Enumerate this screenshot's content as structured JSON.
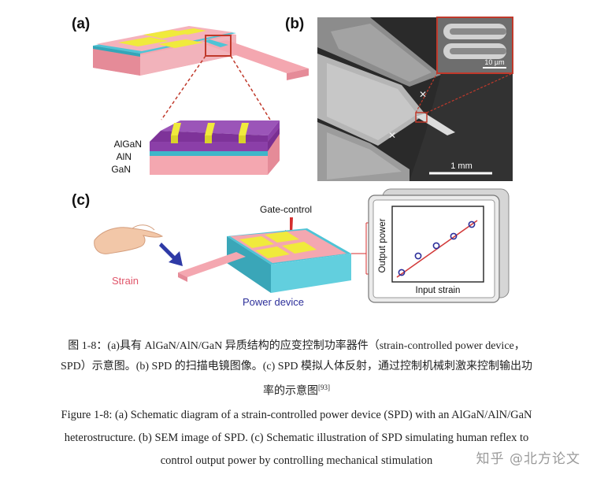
{
  "figure": {
    "panel_a": {
      "label": "(a)",
      "layers": [
        "AlGaN",
        "AlN",
        "GaN"
      ]
    },
    "panel_b": {
      "label": "(b)",
      "scale_inset": "10 µm",
      "scale_main": "1 mm"
    },
    "panel_c": {
      "label": "(c)",
      "gate_label": "Gate-control",
      "strain_label": "Strain",
      "device_label": "Power device",
      "plot_ylabel": "Output power",
      "plot_xlabel": "Input strain"
    },
    "colors": {
      "substrate": "#f4a7b0",
      "algan": "#8b3fa8",
      "contact": "#f0ea3c",
      "cyan": "#4ec4d6",
      "marker": "#2c2f9a",
      "fit_line": "#d23a3a",
      "callout": "#c0392b"
    }
  },
  "caption_cn": {
    "line1": "图 1-8：(a)具有 AlGaN/AlN/GaN 异质结构的应变控制功率器件（strain-controlled power device，",
    "line2": "SPD）示意图。(b) SPD 的扫描电镜图像。(c) SPD 模拟人体反射，通过控制机械刺激来控制输出功",
    "line3": "率的示意图",
    "ref": "[93]"
  },
  "caption_en": {
    "line1": "Figure 1-8: (a) Schematic diagram of a strain-controlled power device (SPD) with an AlGaN/AlN/GaN",
    "line2": "heterostructure. (b) SEM image of SPD. (c) Schematic illustration of SPD simulating human reflex to",
    "line3": "control output power by controlling mechanical stimulation"
  },
  "watermark": "知乎 @北方论文"
}
